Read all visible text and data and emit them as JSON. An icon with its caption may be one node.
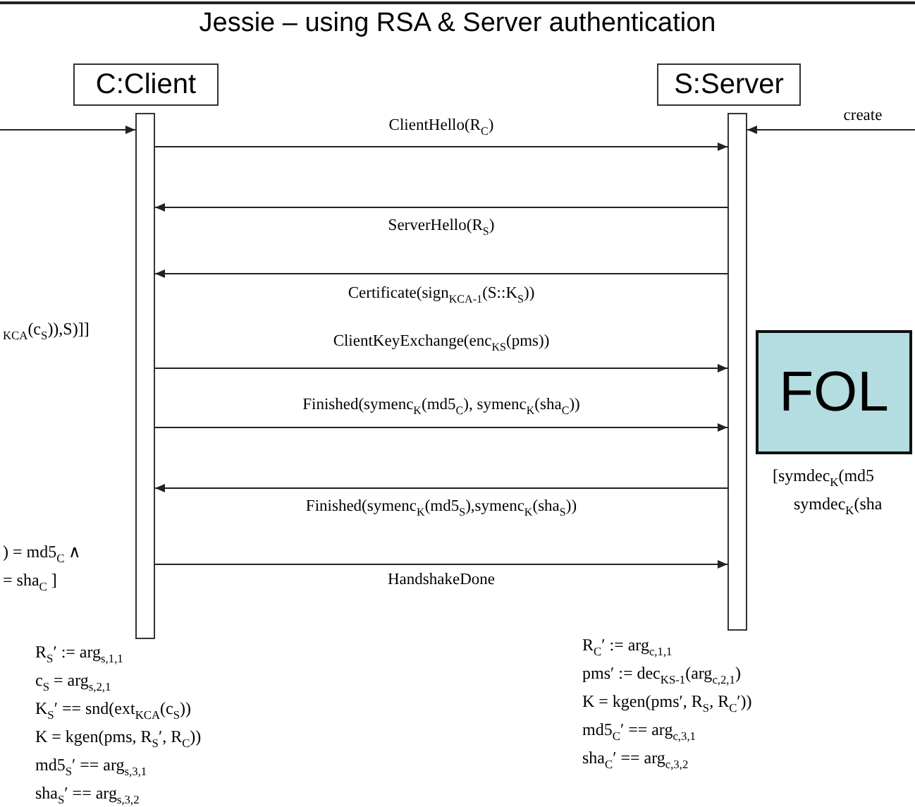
{
  "diagram": {
    "title": "Jessie – using RSA & Server authentication",
    "nodes": [
      {
        "text": [
          "C:Client"
        ]
      },
      {
        "text": [
          "S:Server"
        ]
      },
      {
        "text": [],
        "shape": "bar"
      },
      {
        "text": [],
        "shape": "bar"
      },
      {
        "text": [
          "FOL"
        ]
      }
    ],
    "edges": [
      {
        "from": null,
        "to": 2,
        "arrow": "to"
      },
      {
        "from": null,
        "to": 3,
        "arrow": "to",
        "label": "create"
      },
      {
        "from": 2,
        "to": 3,
        "arrow": "to",
        "label": "ClientHello(R$_{C}$)"
      },
      {
        "from": 3,
        "to": 2,
        "arrow": "to",
        "label": "ServerHello(R$_{S}$)"
      },
      {
        "from": 3,
        "to": 2,
        "arrow": "to",
        "label": "Certificate(sign$_{KCA-1}$(S::K$_{S}$))"
      },
      {
        "from": 2,
        "to": 3,
        "arrow": "to",
        "label": "ClientKeyExchange(enc$_{KS}$(pms))"
      },
      {
        "from": 2,
        "to": 3,
        "arrow": "to",
        "label": "Finished(symenc$_{K}$(md5$_{C}$), symenc$_{K}$(sha$_{C}$))"
      },
      {
        "from": 3,
        "to": 2,
        "arrow": "to",
        "label": "Finished(symenc$_{K}$(md5$_{S}$),symenc$_{K}$(sha$_{S}$))"
      },
      {
        "from": 2,
        "to": 3,
        "arrow": "to",
        "label": "HandshakeDone"
      }
    ],
    "labels": [
      "$_{KCA}$(c$_{S}$)),S)]]",
      "[symdec$_{K}$(md5",
      "symdec$_{K}$(sha",
      ") = md5$_{C}$ ∧",
      "= sha$_{C}$ ]",
      "R$_{S}$′ := arg$_{s,1,1}$",
      "c$_{S}$ = arg$_{s,2,1}$",
      "K$_{S}$′ == snd(ext$_{KCA}$(c$_{S}$))",
      "K = kgen(pms, R$_{S}$′, R$_{C}$))",
      "md5$_{S}$′ == arg$_{s,3,1}$",
      "sha$_{S}$′ == arg$_{s,3,2}$",
      "R$_{C}$′ := arg$_{c,1,1}$",
      "pms′ := dec$_{KS-1}$(arg$_{c,2,1}$)",
      "K = kgen(pms′, R$_{S}$, R$_{C}$′))",
      "md5$_{C}$′ == arg$_{c,3,1}$",
      "sha$_{C}$′ == arg$_{c,3,2}$"
    ]
  }
}
